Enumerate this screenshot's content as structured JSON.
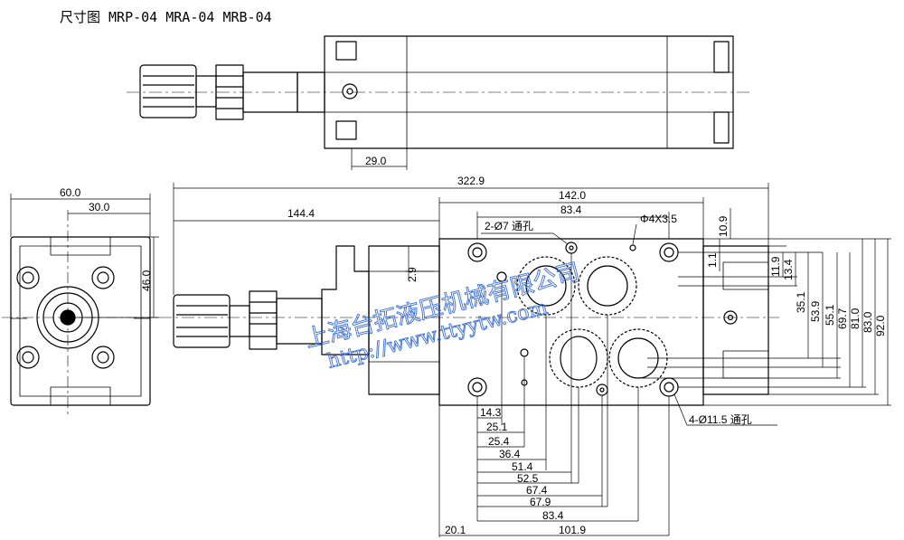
{
  "title": "尺寸图 MRP-04 MRA-04 MRB-04",
  "watermark": {
    "company": "上海台拓液压机械有限公司",
    "url": "http://www.ttyytw.com"
  },
  "top_view": {
    "dim_29": "29.0"
  },
  "end_view": {
    "dim_60": "60.0",
    "dim_30": "30.0",
    "dim_46": "46.0"
  },
  "front_view": {
    "dim_overall": "322.9",
    "dim_142": "142.0",
    "dim_144": "144.4",
    "dim_83_top": "83.4",
    "hole_2x7": "2-Ø7 通孔",
    "hole_4x35": "Φ4X3.5",
    "hole_4x115": "4-Ø11.5 通孔",
    "dim_2_9": "2.9",
    "right_dims": [
      "10.9",
      "1.1",
      "11.9",
      "13.4",
      "35.1",
      "53.9",
      "55.1",
      "69.7",
      "81.0",
      "83.0",
      "92.0"
    ],
    "bottom_dims": [
      "14.3",
      "25.1",
      "25.4",
      "36.4",
      "51.4",
      "52.5",
      "67.4",
      "67.9",
      "83.4",
      "101.9"
    ],
    "dim_20": "20.1"
  }
}
